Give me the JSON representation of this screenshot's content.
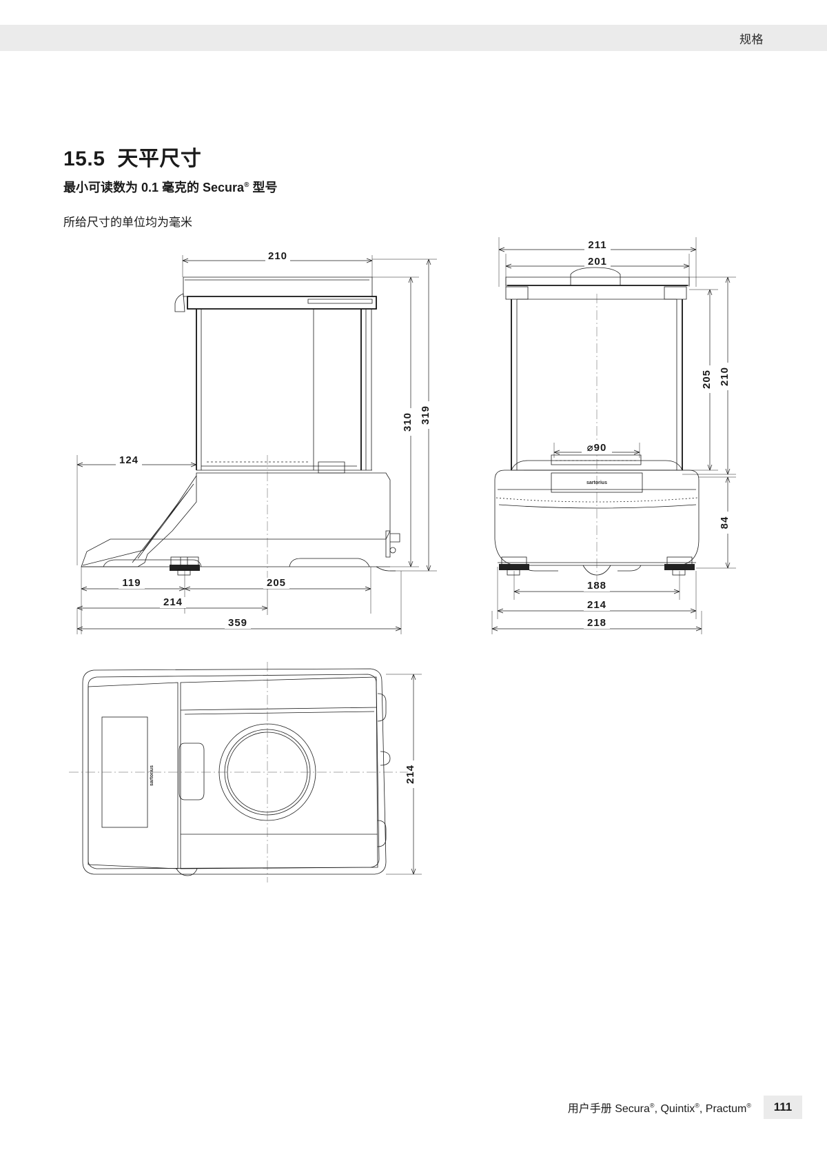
{
  "header": {
    "chapter_label": "规格"
  },
  "heading": {
    "number": "15.5",
    "title": "天平尺寸",
    "subtitle_pre": "最小可读数为 0.1 毫克的 Secura",
    "subtitle_reg": "®",
    "subtitle_post": " 型号",
    "note": "所给尺寸的单位均为毫米"
  },
  "footer": {
    "manual_pre": "用户手册 Secura",
    "reg": "®",
    "manual_mid1": ", Quintix",
    "manual_mid2": ", Practum",
    "page_number": "111"
  },
  "drawings": {
    "side_view": {
      "name": "side-view",
      "dimensions": {
        "top_width": "210",
        "height_inner": "310",
        "height_outer": "319",
        "front_overhang": "124",
        "base_front": "119",
        "base_rear": "205",
        "base_total": "214",
        "overall_depth": "359"
      }
    },
    "front_view": {
      "name": "front-view",
      "dimensions": {
        "outer_width": "211",
        "inner_width": "201",
        "chamber_height": "205",
        "total_height": "210",
        "pan_diameter": "⌀90",
        "base_height": "84",
        "foot_span": "188",
        "body_width": "214",
        "overall_width": "218"
      },
      "brand_label": "sartorius"
    },
    "top_view": {
      "name": "top-view",
      "dimensions": {
        "depth": "214"
      },
      "brand_label": "sartorius"
    }
  },
  "colors": {
    "header_band": "#ebebeb",
    "line": "#1a1a1a",
    "page_badge": "#ebebeb"
  }
}
